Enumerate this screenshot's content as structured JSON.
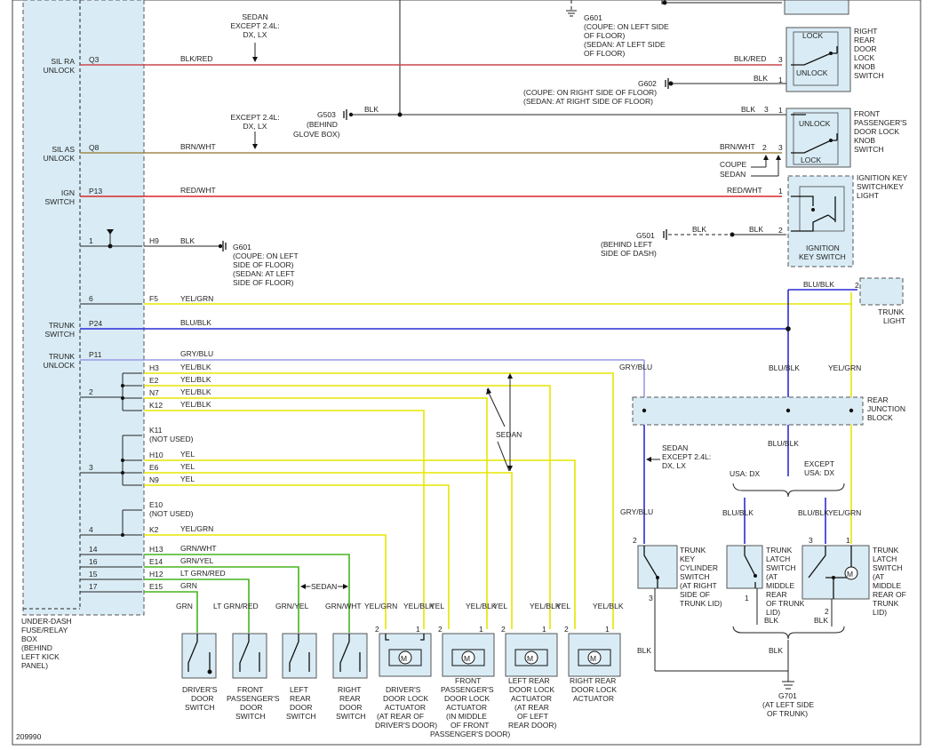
{
  "colors": {
    "red": "#d9262a",
    "brn": "#a08a4e",
    "blu": "#2b2bd6",
    "gry": "#9a9ae6",
    "yel": "#e6e600",
    "grn": "#46b41e",
    "blk": "#222222",
    "box": "#d9ecf5"
  },
  "fuse": {
    "label": [
      "UNDER-DASH",
      "FUSE/RELAY",
      "BOX",
      "(BEHIND",
      "LEFT KICK",
      "PANEL)"
    ],
    "silra": [
      "SIL RA",
      "UNLOCK"
    ],
    "silas": [
      "SIL AS",
      "UNLOCK"
    ],
    "ign": [
      "IGN",
      "SWITCH"
    ],
    "trunk": [
      "TRUNK",
      "SWITCH"
    ],
    "trunkunlock": [
      "TRUNK",
      "UNLOCK"
    ]
  },
  "pins": {
    "q3": "Q3",
    "q8": "Q8",
    "p13": "P13",
    "h9": "H9",
    "f5": "F5",
    "p24": "P24",
    "p11": "P11",
    "h3": "H3",
    "e2": "E2",
    "n7": "N7",
    "k12": "K12",
    "k11": "K11",
    "notused1": "(NOT USED)",
    "h10": "H10",
    "e6": "E6",
    "n9": "N9",
    "e10": "E10",
    "notused2": "(NOT USED)",
    "k2": "K2",
    "h13": "H13",
    "e14": "E14",
    "h12": "H12",
    "e15": "E15"
  },
  "nums": {
    "n1": "1",
    "n6": "6",
    "n2": "2",
    "n3": "3",
    "n4": "4",
    "n14": "14",
    "n16": "16",
    "n15": "15",
    "n17": "17"
  },
  "wires": {
    "blkred": "BLK/RED",
    "brnwht": "BRN/WHT",
    "redwht": "RED/WHT",
    "blk": "BLK",
    "yelgrn": "YEL/GRN",
    "blublk": "BLU/BLK",
    "grygblu": "GRY/BLU",
    "yelblk": "YEL/BLK",
    "yel": "YEL",
    "grnwht": "GRN/WHT",
    "grnyel": "GRN/YEL",
    "ltgrnred": "LT GRN/RED",
    "grn": "GRN"
  },
  "notes": {
    "sedan_top": [
      "SEDAN",
      "EXCEPT 2.4L:",
      "DX, LX"
    ],
    "except24": [
      "EXCEPT 2.4L:",
      "DX, LX"
    ],
    "g503": [
      "G503",
      "(BEHIND",
      "GLOVE BOX)"
    ],
    "g601a": [
      "G601",
      "(COUPE: ON LEFT SIDE",
      "OF FLOOR)",
      "(SEDAN: AT LEFT SIDE",
      "OF FLOOR)"
    ],
    "g602": [
      "G602",
      "(COUPE: ON RIGHT SIDE OF FLOOR)",
      "(SEDAN: AT RIGHT SIDE OF FLOOR)"
    ],
    "g601b": [
      "G601",
      "(COUPE: ON LEFT",
      "SIDE OF FLOOR)",
      "(SEDAN: AT LEFT",
      "SIDE OF FLOOR)"
    ],
    "g501": [
      "G501",
      "(BEHIND LEFT",
      "SIDE OF DASH)"
    ],
    "coupe": "COUPE",
    "sedan": "SEDAN",
    "sedan_mid": "SEDAN",
    "sedan_trunk": [
      "SEDAN",
      "EXCEPT 2.4L:",
      "DX, LX"
    ],
    "usadx": "USA: DX",
    "exceptusadx": [
      "EXCEPT",
      "USA: DX"
    ],
    "g701": [
      "G701",
      "(AT LEFT SIDE",
      "OF TRUNK)"
    ],
    "diagram_id": "209990"
  },
  "components": {
    "rrlock": [
      "RIGHT",
      "REAR",
      "DOOR",
      "LOCK",
      "KNOB",
      "SWITCH"
    ],
    "fplock": [
      "FRONT",
      "PASSENGER'S",
      "DOOR LOCK",
      "KNOB",
      "SWITCH"
    ],
    "ignkey": [
      "IGNITION KEY",
      "SWITCH/KEY",
      "LIGHT"
    ],
    "ignkey_inner": [
      "IGNITION",
      "KEY SWITCH"
    ],
    "trunklight": [
      "TRUNK",
      "LIGHT"
    ],
    "rjb": [
      "REAR",
      "JUNCTION",
      "BLOCK"
    ],
    "tkcyl": [
      "TRUNK",
      "KEY",
      "CYLINDER",
      "SWITCH",
      "(AT RIGHT",
      "SIDE OF",
      "TRUNK LID)"
    ],
    "tlatch1": [
      "TRUNK",
      "LATCH",
      "SWITCH",
      "(AT",
      "MIDDLE",
      "REAR",
      "OF TRUNK",
      "LID)"
    ],
    "tlatch2": [
      "TRUNK",
      "LATCH",
      "SWITCH",
      "(AT",
      "MIDDLE",
      "REAR OF",
      "TRUNK",
      "LID)"
    ],
    "lock": "LOCK",
    "unlock": "UNLOCK",
    "dsw": [
      "DRIVER'S",
      "DOOR",
      "SWITCH"
    ],
    "fpsw": [
      "FRONT",
      "PASSENGER'S",
      "DOOR",
      "SWITCH"
    ],
    "lrsw": [
      "LEFT",
      "REAR",
      "DOOR",
      "SWITCH"
    ],
    "rrsw": [
      "RIGHT",
      "REAR",
      "DOOR",
      "SWITCH"
    ],
    "dact": [
      "DRIVER'S",
      "DOOR LOCK",
      "ACTUATOR",
      "(AT REAR OF",
      "DRIVER'S DOOR)"
    ],
    "fpact": [
      "FRONT",
      "PASSENGER'S",
      "DOOR LOCK",
      "ACTUATOR",
      "(IN MIDDLE",
      "OF FRONT",
      "PASSENGER'S DOOR)"
    ],
    "lract": [
      "LEFT REAR",
      "DOOR LOCK",
      "ACTUATOR",
      "(AT REAR",
      "OF LEFT",
      "REAR DOOR)"
    ],
    "rract": [
      "RIGHT REAR",
      "DOOR LOCK",
      "ACTUATOR"
    ],
    "motor": "M"
  }
}
